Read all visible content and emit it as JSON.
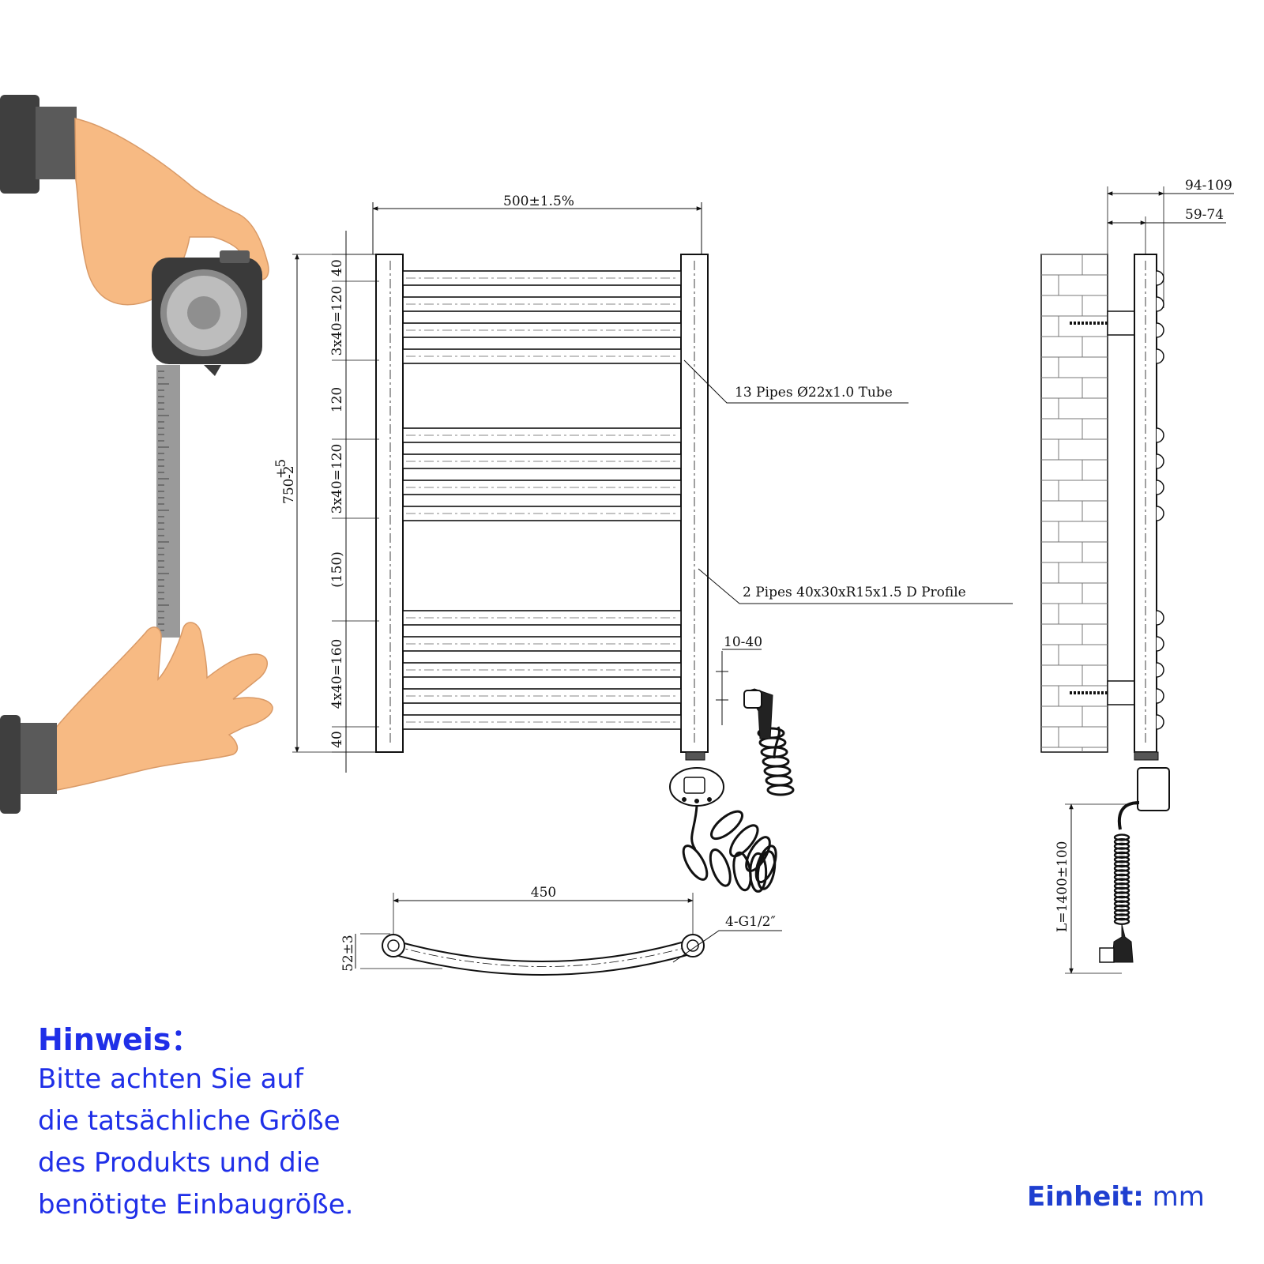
{
  "front_view": {
    "width_dim": "500±1.5%",
    "height_dim_base": "750",
    "height_dim_tol_plus": "+5",
    "height_dim_tol_minus": "-2",
    "spacing_dims": [
      "40",
      "3x40=120",
      "120",
      "3x40=120",
      "(150)",
      "4x40=160",
      "40"
    ],
    "callout_tubes": "13 Pipes Ø22x1.0 Tube",
    "callout_profile": "2 Pipes 40x30xR15x1.5  D  Profile",
    "offset_dim": "10-40"
  },
  "top_view": {
    "center_dim": "450",
    "depth_dim": "52±3",
    "connection_label": "4-G1/2″"
  },
  "side_view": {
    "wall_distance_max": "94-109",
    "wall_distance_min": "59-74",
    "cable_length": "L=1400±100"
  },
  "note": {
    "title": "Hinweis：",
    "lines": [
      "Bitte achten Sie auf",
      "die tatsächliche Größe",
      "des Produkts und die",
      "benötigte Einbaugröße."
    ]
  },
  "unit": {
    "label": "Einheit:",
    "value": "mm"
  },
  "colors": {
    "note_text": "#1f2fe8",
    "hand_skin": "#f7ba83",
    "sleeve": "#4a4a4a"
  }
}
